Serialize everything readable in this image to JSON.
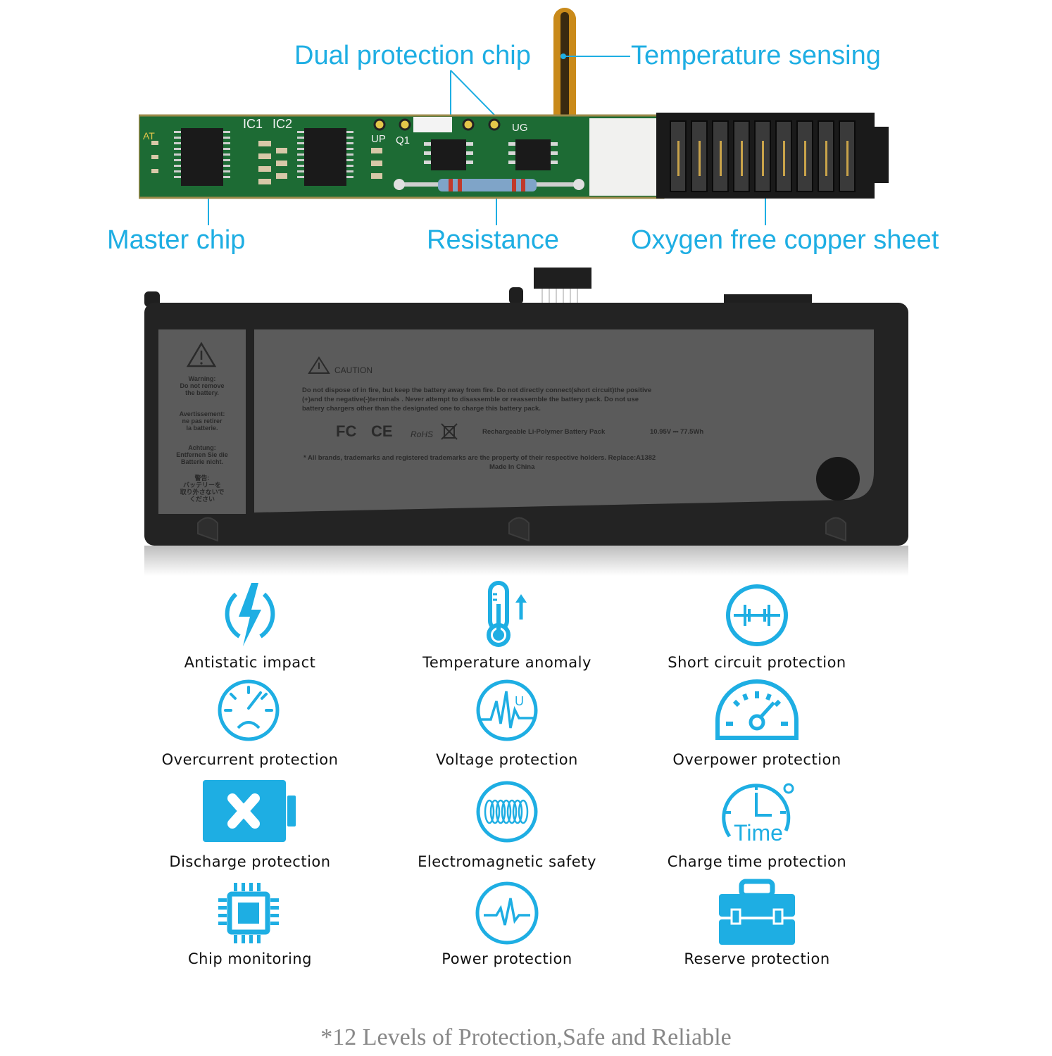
{
  "callouts": {
    "dual_protection_chip": "Dual protection chip",
    "temperature_sensing": "Temperature sensing",
    "master_chip": "Master chip",
    "resistance": "Resistance",
    "oxygen_free_copper_sheet": "Oxygen free copper sheet"
  },
  "pcb_markings": {
    "ic1": "IC1",
    "ic2": "IC2",
    "up": "UP",
    "q1": "Q1",
    "ug": "UG",
    "at": "AT"
  },
  "battery_label": {
    "caution": "CAUTION",
    "warning_en": "Warning:\nDo not remove\nthe battery.",
    "warning_fr": "Avertissement:\nne pas retirer\nla batterie.",
    "warning_de": "Achtung:\nEntfernen Sie die\nBatterie nicht.",
    "warning_ja": "警告:\nバッテリーを\n取り外さないで\nください",
    "body_line1": "Do not dispose of in fire, but keep the battery away from fire. Do not directly connect(short circuit)the positive",
    "body_line2": "(+)and the negative(-)terminals . Never attempt to disassemble or reassemble the battery pack. Do not use",
    "body_line3": "battery chargers other than the  designated one to charge this battery pack.",
    "pack_type": "Rechargeable Li-Polymer Battery Pack",
    "rating": "10.95V ⎓ 77.5Wh",
    "trademark": "* All brands, trademarks and registered trademarks are the property of their respective holders. Replace:A1382",
    "origin": "Made In China",
    "cert_fc": "FC",
    "cert_ce": "CE",
    "cert_rohs": "RoHS"
  },
  "features": [
    {
      "label": "Antistatic impact",
      "icon": "lightning-icon"
    },
    {
      "label": "Temperature anomaly",
      "icon": "thermometer-icon"
    },
    {
      "label": "Short circuit protection",
      "icon": "short-circuit-icon"
    },
    {
      "label": "Overcurrent  protection",
      "icon": "sad-gauge-icon"
    },
    {
      "label": "Voltage  protection",
      "icon": "voltage-wave-icon"
    },
    {
      "label": "Overpower protection",
      "icon": "speedometer-icon"
    },
    {
      "label": "Discharge  protection",
      "icon": "battery-x-icon"
    },
    {
      "label": "Electromagnetic  safety",
      "icon": "coil-icon"
    },
    {
      "label": "Charge time protection",
      "icon": "clock-time-icon"
    },
    {
      "label": "Chip monitoring",
      "icon": "chip-icon"
    },
    {
      "label": "Power protection",
      "icon": "pulse-icon"
    },
    {
      "label": "Reserve protection",
      "icon": "toolbox-icon"
    }
  ],
  "icon_text": {
    "time": "Time",
    "voltage_u": "U"
  },
  "footer": "*12 Levels of Protection,Safe and Reliable",
  "colors": {
    "accent": "#1eaee3",
    "pcb_green": "#1e7a3a",
    "battery_body": "#232323",
    "label_gray": "#5b5b5b"
  }
}
